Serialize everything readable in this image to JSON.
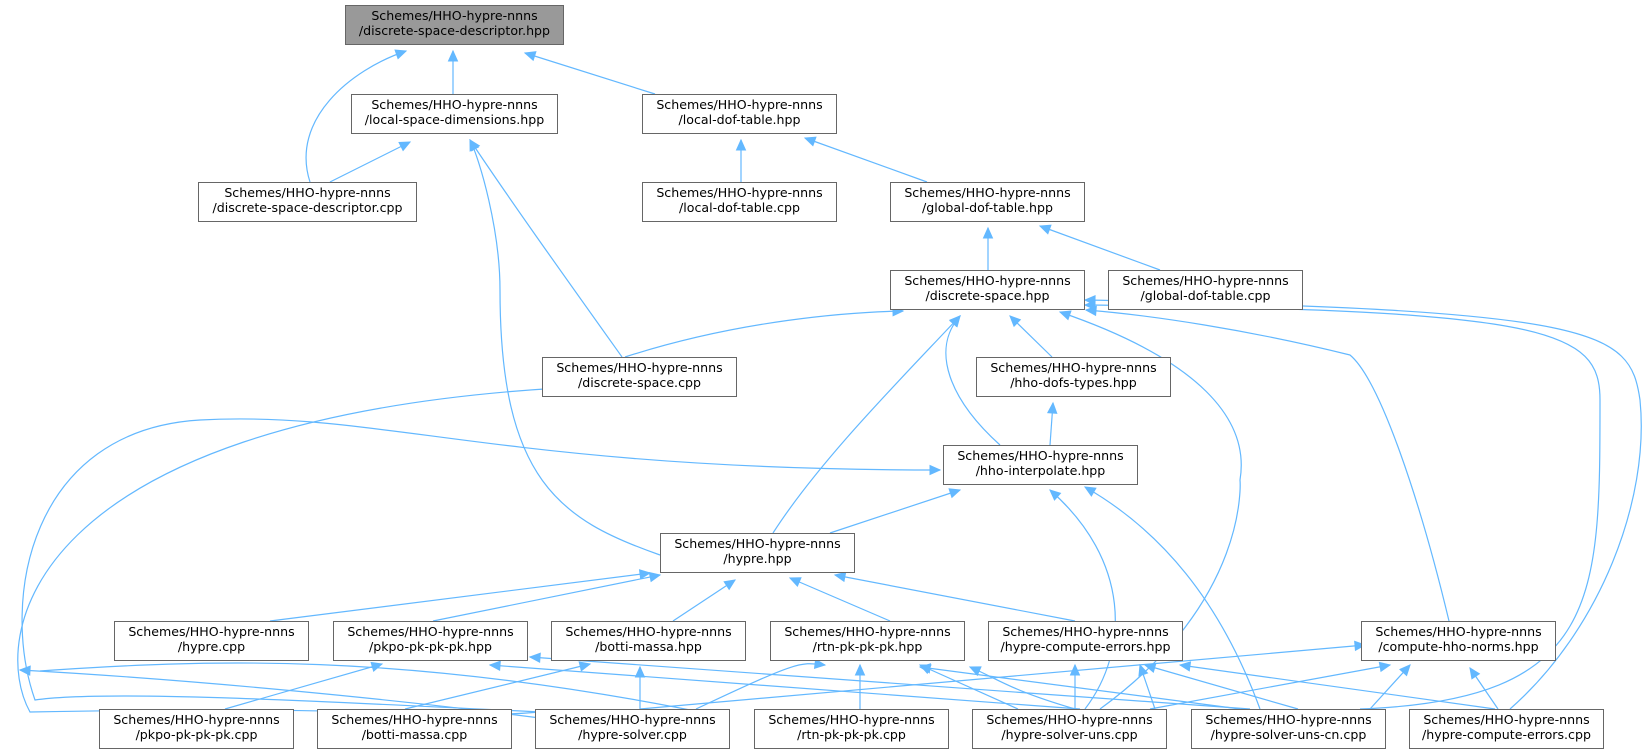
{
  "colors": {
    "edge": "#63b8ff",
    "node_border": "#666666",
    "root_fill": "#999999",
    "node_fill": "#ffffff"
  },
  "nodes": {
    "dsd_hpp": {
      "line1": "Schemes/HHO-hypre-nnns",
      "line2": "/discrete-space-descriptor.hpp"
    },
    "lsd_hpp": {
      "line1": "Schemes/HHO-hypre-nnns",
      "line2": "/local-space-dimensions.hpp"
    },
    "ldt_hpp": {
      "line1": "Schemes/HHO-hypre-nnns",
      "line2": "/local-dof-table.hpp"
    },
    "dsd_cpp": {
      "line1": "Schemes/HHO-hypre-nnns",
      "line2": "/discrete-space-descriptor.cpp"
    },
    "ldt_cpp": {
      "line1": "Schemes/HHO-hypre-nnns",
      "line2": "/local-dof-table.cpp"
    },
    "gdt_hpp": {
      "line1": "Schemes/HHO-hypre-nnns",
      "line2": "/global-dof-table.hpp"
    },
    "ds_hpp": {
      "line1": "Schemes/HHO-hypre-nnns",
      "line2": "/discrete-space.hpp"
    },
    "gdt_cpp": {
      "line1": "Schemes/HHO-hypre-nnns",
      "line2": "/global-dof-table.cpp"
    },
    "ds_cpp": {
      "line1": "Schemes/HHO-hypre-nnns",
      "line2": "/discrete-space.cpp"
    },
    "hdt_hpp": {
      "line1": "Schemes/HHO-hypre-nnns",
      "line2": "/hho-dofs-types.hpp"
    },
    "hi_hpp": {
      "line1": "Schemes/HHO-hypre-nnns",
      "line2": "/hho-interpolate.hpp"
    },
    "hypre_hpp": {
      "line1": "Schemes/HHO-hypre-nnns",
      "line2": "/hypre.hpp"
    },
    "hypre_cpp": {
      "line1": "Schemes/HHO-hypre-nnns",
      "line2": "/hypre.cpp"
    },
    "pkpo_hpp": {
      "line1": "Schemes/HHO-hypre-nnns",
      "line2": "/pkpo-pk-pk-pk.hpp"
    },
    "bm_hpp": {
      "line1": "Schemes/HHO-hypre-nnns",
      "line2": "/botti-massa.hpp"
    },
    "rtn_hpp": {
      "line1": "Schemes/HHO-hypre-nnns",
      "line2": "/rtn-pk-pk-pk.hpp"
    },
    "hce_hpp": {
      "line1": "Schemes/HHO-hypre-nnns",
      "line2": "/hypre-compute-errors.hpp"
    },
    "chn_hpp": {
      "line1": "Schemes/HHO-hypre-nnns",
      "line2": "/compute-hho-norms.hpp"
    },
    "pkpo_cpp": {
      "line1": "Schemes/HHO-hypre-nnns",
      "line2": "/pkpo-pk-pk-pk.cpp"
    },
    "bm_cpp": {
      "line1": "Schemes/HHO-hypre-nnns",
      "line2": "/botti-massa.cpp"
    },
    "hs_cpp": {
      "line1": "Schemes/HHO-hypre-nnns",
      "line2": "/hypre-solver.cpp"
    },
    "rtn_cpp": {
      "line1": "Schemes/HHO-hypre-nnns",
      "line2": "/rtn-pk-pk-pk.cpp"
    },
    "hsu_cpp": {
      "line1": "Schemes/HHO-hypre-nnns",
      "line2": "/hypre-solver-uns.cpp"
    },
    "hsucn_cpp": {
      "line1": "Schemes/HHO-hypre-nnns",
      "line2": "/hypre-solver-uns-cn.cpp"
    },
    "hce_cpp": {
      "line1": "Schemes/HHO-hypre-nnns",
      "line2": "/hypre-compute-errors.cpp"
    }
  }
}
